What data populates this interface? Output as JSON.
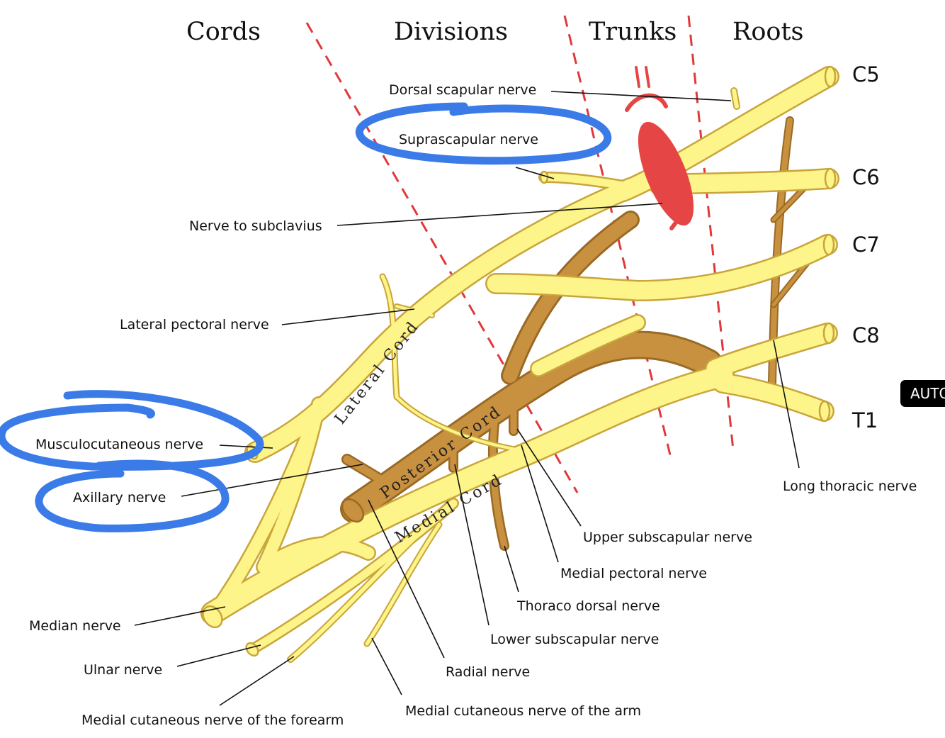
{
  "headers": {
    "cords": "Cords",
    "divisions": "Divisions",
    "trunks": "Trunks",
    "roots": "Roots"
  },
  "roots": [
    "C5",
    "C6",
    "C7",
    "C8",
    "T1"
  ],
  "cord_labels": {
    "lateral": "Lateral Cord",
    "posterior": "Posterior Cord",
    "medial": "Medial Cord"
  },
  "nerves": {
    "dorsal_scapular": "Dorsal scapular nerve",
    "suprascapular": "Suprascapular nerve",
    "subclavius": "Nerve to subclavius",
    "lateral_pectoral": "Lateral pectoral nerve",
    "musculocutaneous": "Musculocutaneous nerve",
    "axillary": "Axillary nerve",
    "median": "Median nerve",
    "ulnar": "Ulnar nerve",
    "med_cut_forearm": "Medial cutaneous nerve of the forearm",
    "med_cut_arm": "Medial cutaneous nerve of the arm",
    "radial": "Radial nerve",
    "lower_subscapular": "Lower subscapular nerve",
    "thoracodorsal": "Thoraco dorsal nerve",
    "medial_pectoral": "Medial pectoral nerve",
    "upper_subscapular": "Upper subscapular nerve",
    "long_thoracic": "Long thoracic nerve"
  },
  "badge": "AUTO",
  "colors": {
    "nerve_fill": "#fdf48a",
    "nerve_stroke": "#c9a53a",
    "posterior_fill": "#c8913f",
    "posterior_stroke": "#9a6a25",
    "divider": "#e0393b",
    "annotation_circle": "#3b7be8",
    "annotation_scribble": "#e64545"
  }
}
